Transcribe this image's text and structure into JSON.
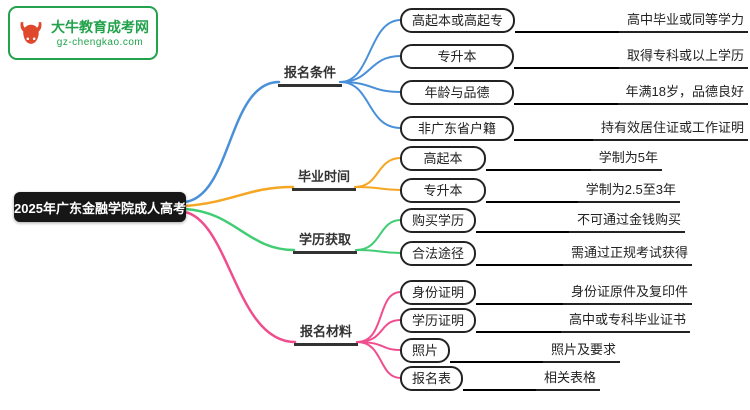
{
  "logo": {
    "title": "大牛教育成考网",
    "domain": "gz-chengkao.com"
  },
  "root": {
    "label": "2025年广东金融学院成人高考"
  },
  "colors": {
    "branch_blue": "#4a90d9",
    "branch_orange": "#f5a623",
    "branch_green": "#42cd75",
    "branch_pink": "#ef4d8d",
    "root_background": "#161616",
    "logo_green": "#21a24b",
    "logo_red": "#e0482e"
  },
  "branches": [
    {
      "label": "报名条件",
      "color": "#4a90d9",
      "leaves": [
        {
          "label": "高起本或高起专",
          "desc": "高中毕业或同等学力"
        },
        {
          "label": "专升本",
          "desc": "取得专科或以上学历"
        },
        {
          "label": "年龄与品德",
          "desc": "年满18岁，品德良好"
        },
        {
          "label": "非广东省户籍",
          "desc": "持有效居住证或工作证明"
        }
      ]
    },
    {
      "label": "毕业时间",
      "color": "#f5a623",
      "leaves": [
        {
          "label": "高起本",
          "desc": "学制为5年"
        },
        {
          "label": "专升本",
          "desc": "学制为2.5至3年"
        }
      ]
    },
    {
      "label": "学历获取",
      "color": "#42cd75",
      "leaves": [
        {
          "label": "购买学历",
          "desc": "不可通过金钱购买"
        },
        {
          "label": "合法途径",
          "desc": "需通过正规考试获得"
        }
      ]
    },
    {
      "label": "报名材料",
      "color": "#ef4d8d",
      "leaves": [
        {
          "label": "身份证明",
          "desc": "身份证原件及复印件"
        },
        {
          "label": "学历证明",
          "desc": "高中或专科毕业证书"
        },
        {
          "label": "照片",
          "desc": "照片及要求"
        },
        {
          "label": "报名表",
          "desc": "相关表格"
        }
      ]
    }
  ]
}
